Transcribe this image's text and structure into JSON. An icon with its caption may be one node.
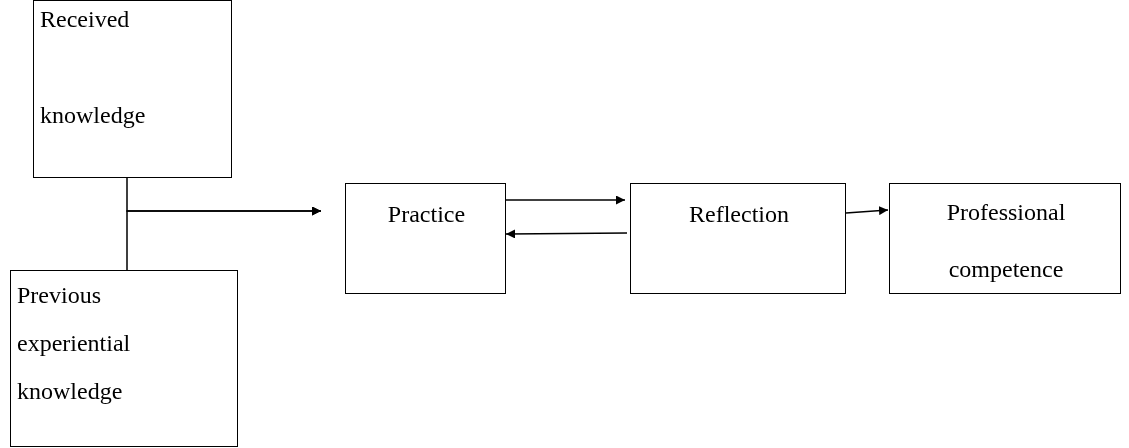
{
  "diagram": {
    "nodes": [
      {
        "text": [
          "Received knowledge"
        ]
      },
      {
        "text": [
          "Previous experiential knowledge"
        ]
      },
      {
        "text": [
          "Practice"
        ]
      },
      {
        "text": [
          "Reflection"
        ]
      },
      {
        "text": [
          "Professional competence"
        ]
      }
    ],
    "edges": [
      {
        "from": 0,
        "to": 2,
        "arrow": "to"
      },
      {
        "from": 1,
        "to": 2,
        "arrow": "to"
      },
      {
        "from": 2,
        "to": 3,
        "arrow": "to"
      },
      {
        "from": 3,
        "to": 2,
        "arrow": "to"
      },
      {
        "from": 3,
        "to": 4,
        "arrow": "to"
      }
    ]
  }
}
